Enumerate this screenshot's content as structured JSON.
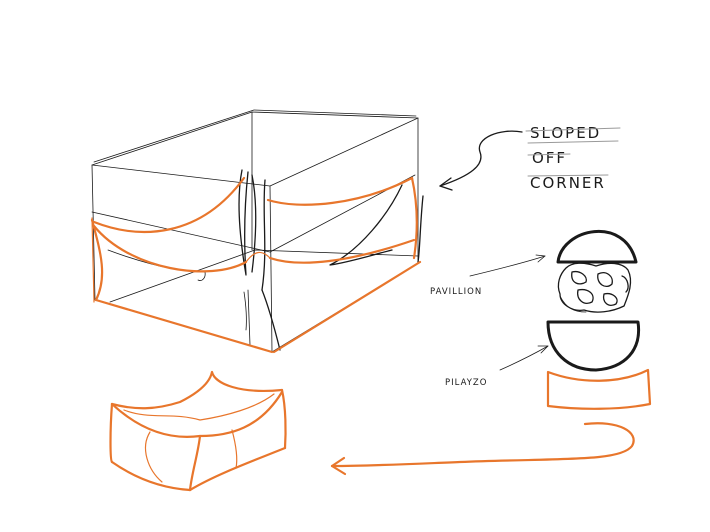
{
  "annotations": {
    "note_lines": [
      "SLOPED",
      "OFF",
      "CORNER"
    ],
    "pavilion_label": "PAVILLION",
    "plinth_label": "PILAYZO"
  },
  "colors": {
    "ink": "#1a1a1a",
    "accent": "#e8762c"
  }
}
